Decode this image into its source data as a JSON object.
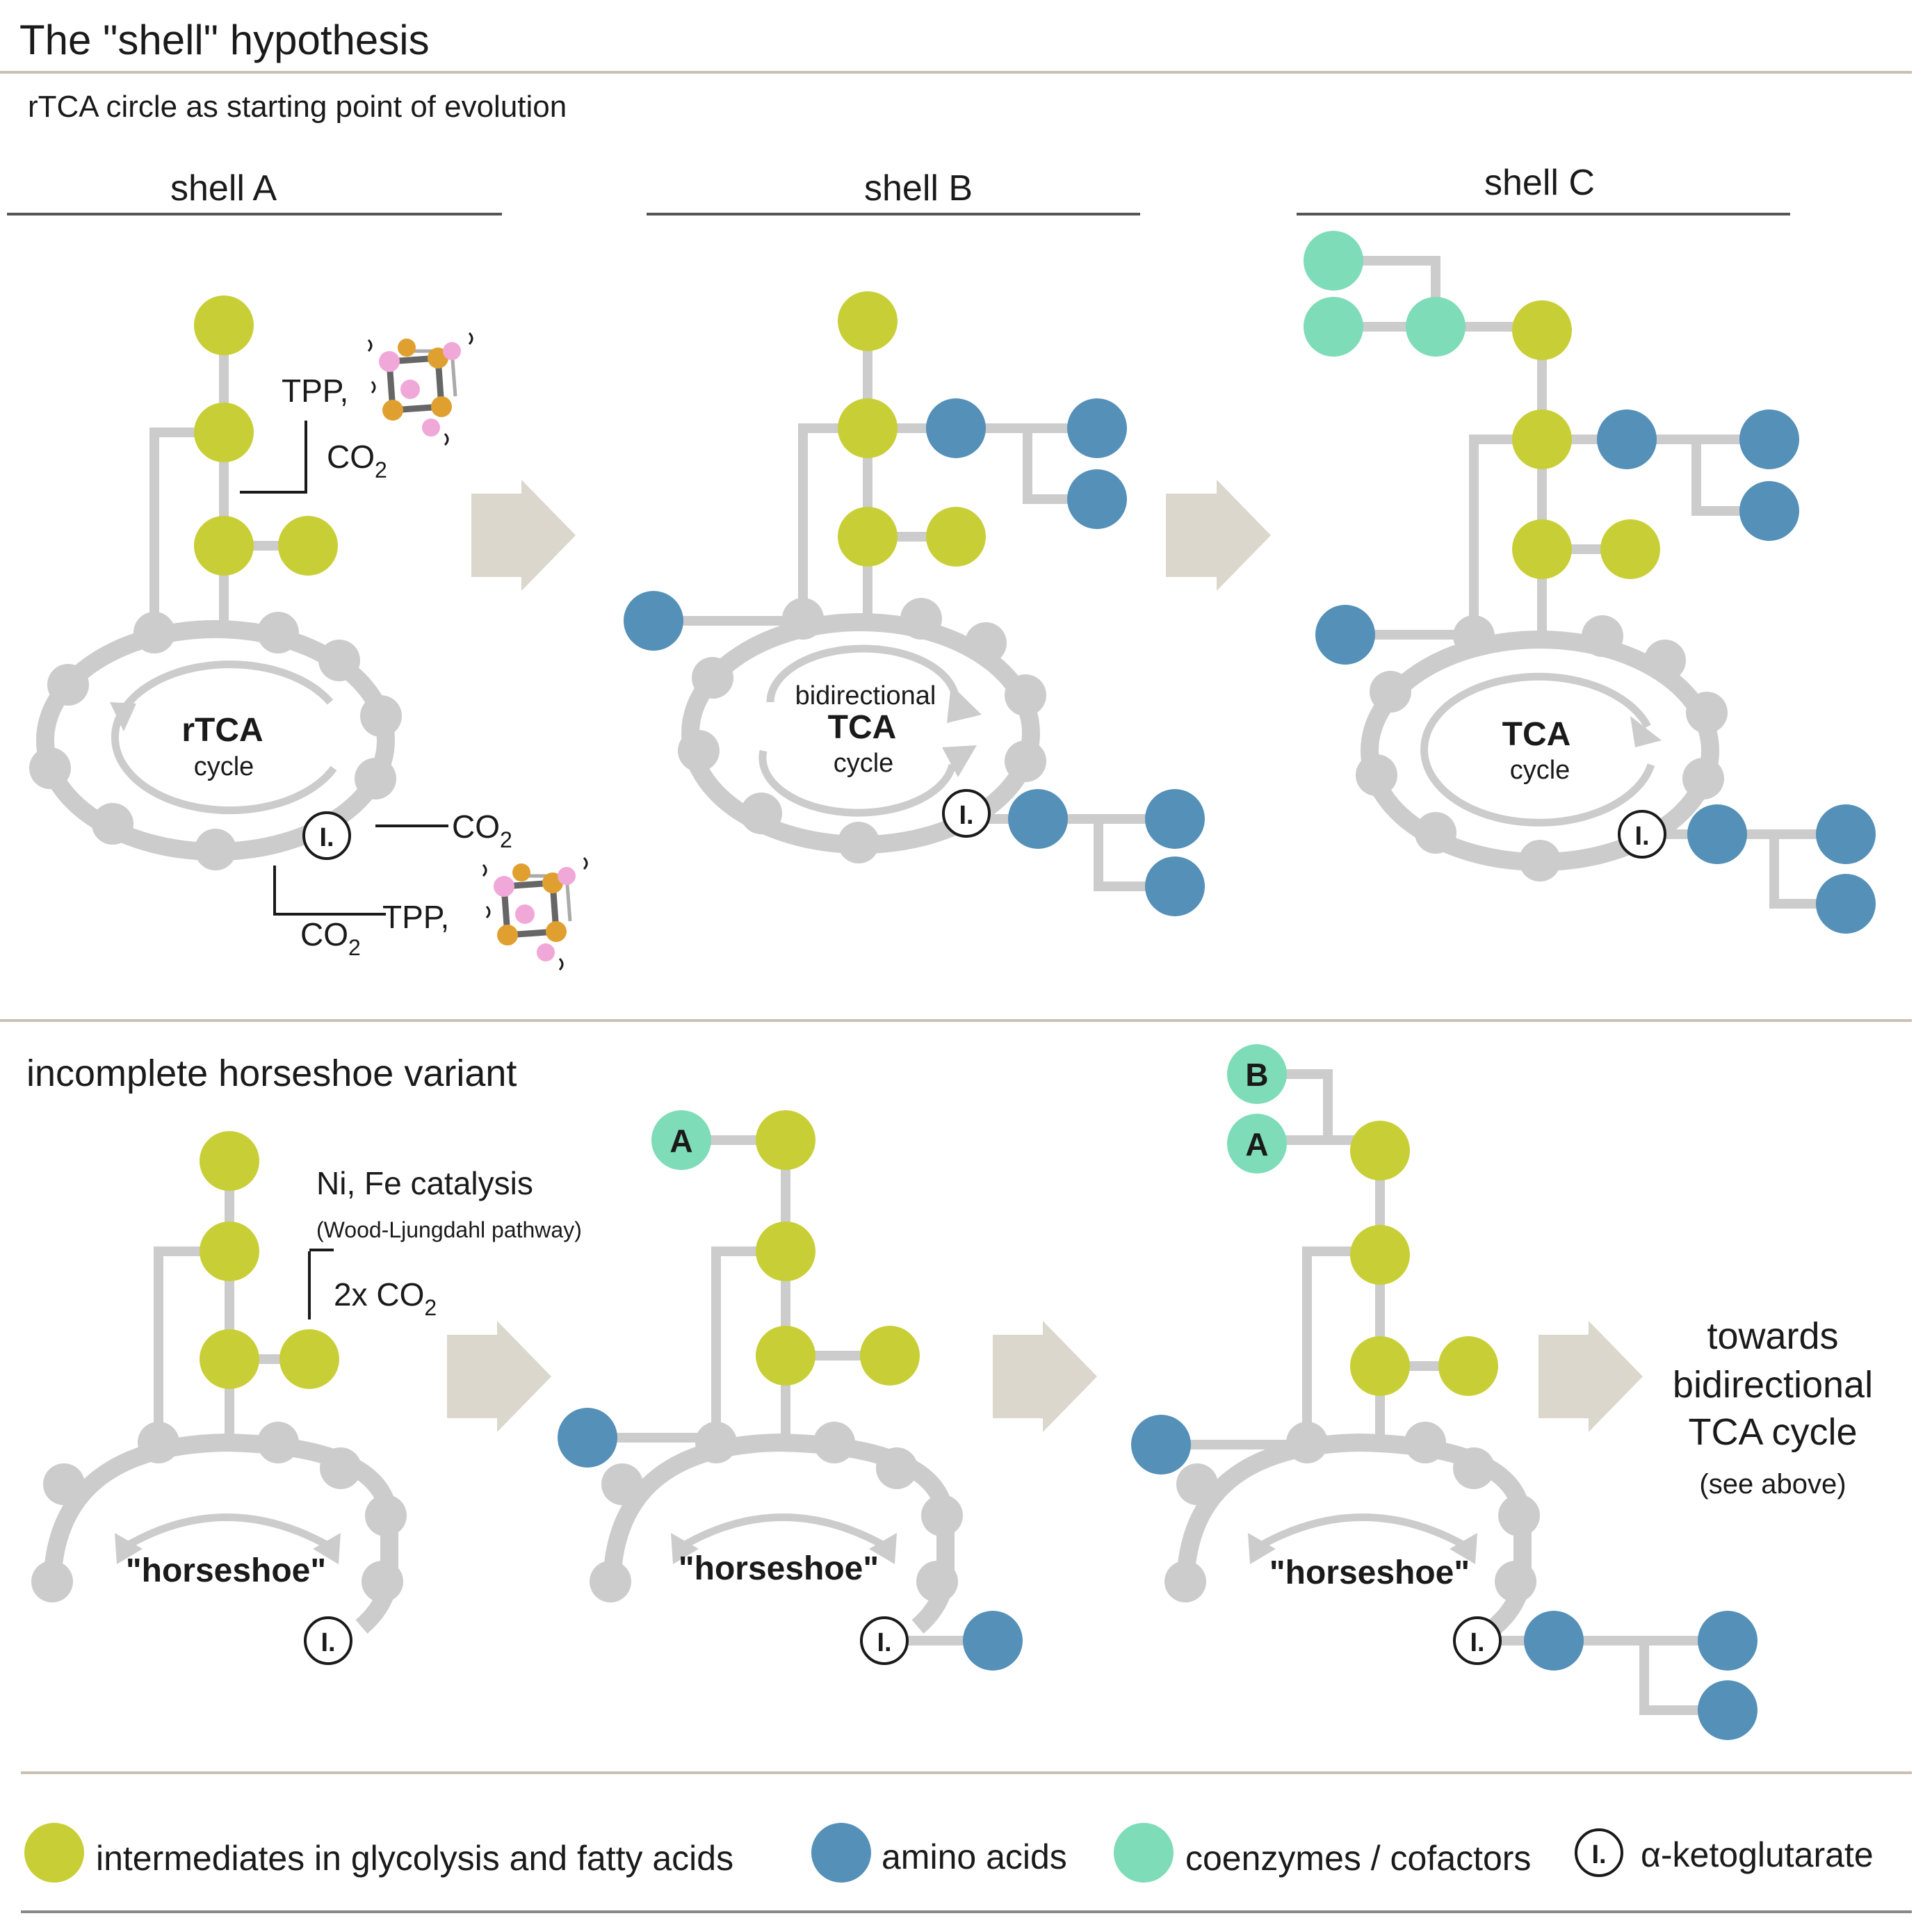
{
  "title": "The \"shell\" hypothesis",
  "subtitle_top": "rTCA circle as starting point of evolution",
  "subtitle_bottom": "incomplete horseshoe variant",
  "shells": [
    "shell A",
    "shell B",
    "shell C"
  ],
  "cycle_labels": {
    "rtca_main": "rTCA",
    "rtca_sub": "cycle",
    "bidir_top": "bidirectional",
    "bidir_main": "TCA",
    "bidir_sub": "cycle",
    "tca_main": "TCA",
    "tca_sub": "cycle",
    "horseshoe": "\"horseshoe\""
  },
  "marker": "I.",
  "annotations": {
    "tpp": "TPP,",
    "co2": "CO",
    "co2_sub": "2",
    "ni_fe": "Ni, Fe catalysis",
    "wood": "(Wood-Ljungdahl pathway)",
    "two_co2": "2x CO",
    "cofactor_a": "A",
    "cofactor_b": "B"
  },
  "towards": [
    "towards",
    "bidirectional",
    "TCA cycle",
    "(see above)"
  ],
  "legend": {
    "glycolysis": "intermediates in glycolysis and fatty acids",
    "amino": "amino acids",
    "coenzymes": "coenzymes / cofactors",
    "akg": "α-ketoglutarate"
  },
  "colors": {
    "glycolysis": "#c8cf36",
    "amino": "#5490b8",
    "coenzymes": "#7fdcb8",
    "pathway": "#cccccc",
    "arrow": "#dcd7cc",
    "divider": "#c9c1b2"
  }
}
